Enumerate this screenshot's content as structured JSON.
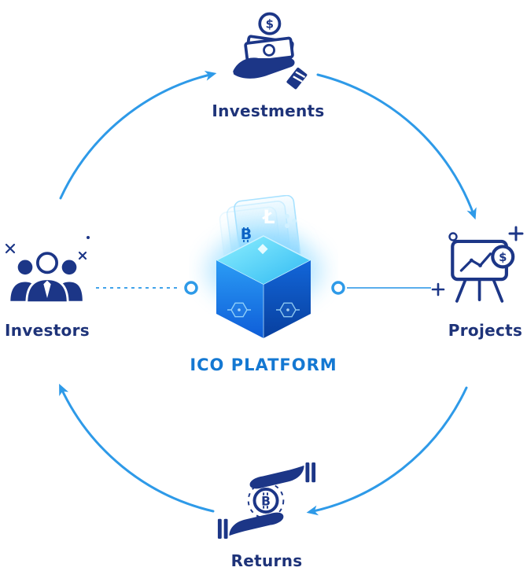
{
  "diagram": {
    "center": {
      "title": "ICO PLATFORM",
      "icon": "blockchain-cube-hologram-icon",
      "symbols": {
        "litecoin": "Ł",
        "ethereum": "◆",
        "bitcoin": "₿",
        "ripple": "ripple-dots"
      }
    },
    "nodes": [
      {
        "id": "investments",
        "position": "top",
        "label": "Investments",
        "icon": "hand-holding-money-icon"
      },
      {
        "id": "projects",
        "position": "right",
        "label": "Projects",
        "icon": "project-chart-board-icon"
      },
      {
        "id": "returns",
        "position": "bottom",
        "label": "Returns",
        "icon": "hands-exchanging-bitcoin-icon"
      },
      {
        "id": "investors",
        "position": "left",
        "label": "Investors",
        "icon": "investor-group-icon"
      }
    ],
    "glyphs": {
      "dollar": "$",
      "bitcoin_symbol": "₿",
      "bitcoin_letter": "B"
    },
    "flow": [
      "Investors",
      "Investments",
      "Projects",
      "Returns"
    ],
    "colors": {
      "arrow_blue": "#2E9AE8",
      "icon_navy": "#1C3687",
      "label_navy": "#1E3379",
      "title_blue": "#1478D2",
      "cube_cyan": "#5BD2F2",
      "cube_blue": "#0E5DD8"
    }
  }
}
